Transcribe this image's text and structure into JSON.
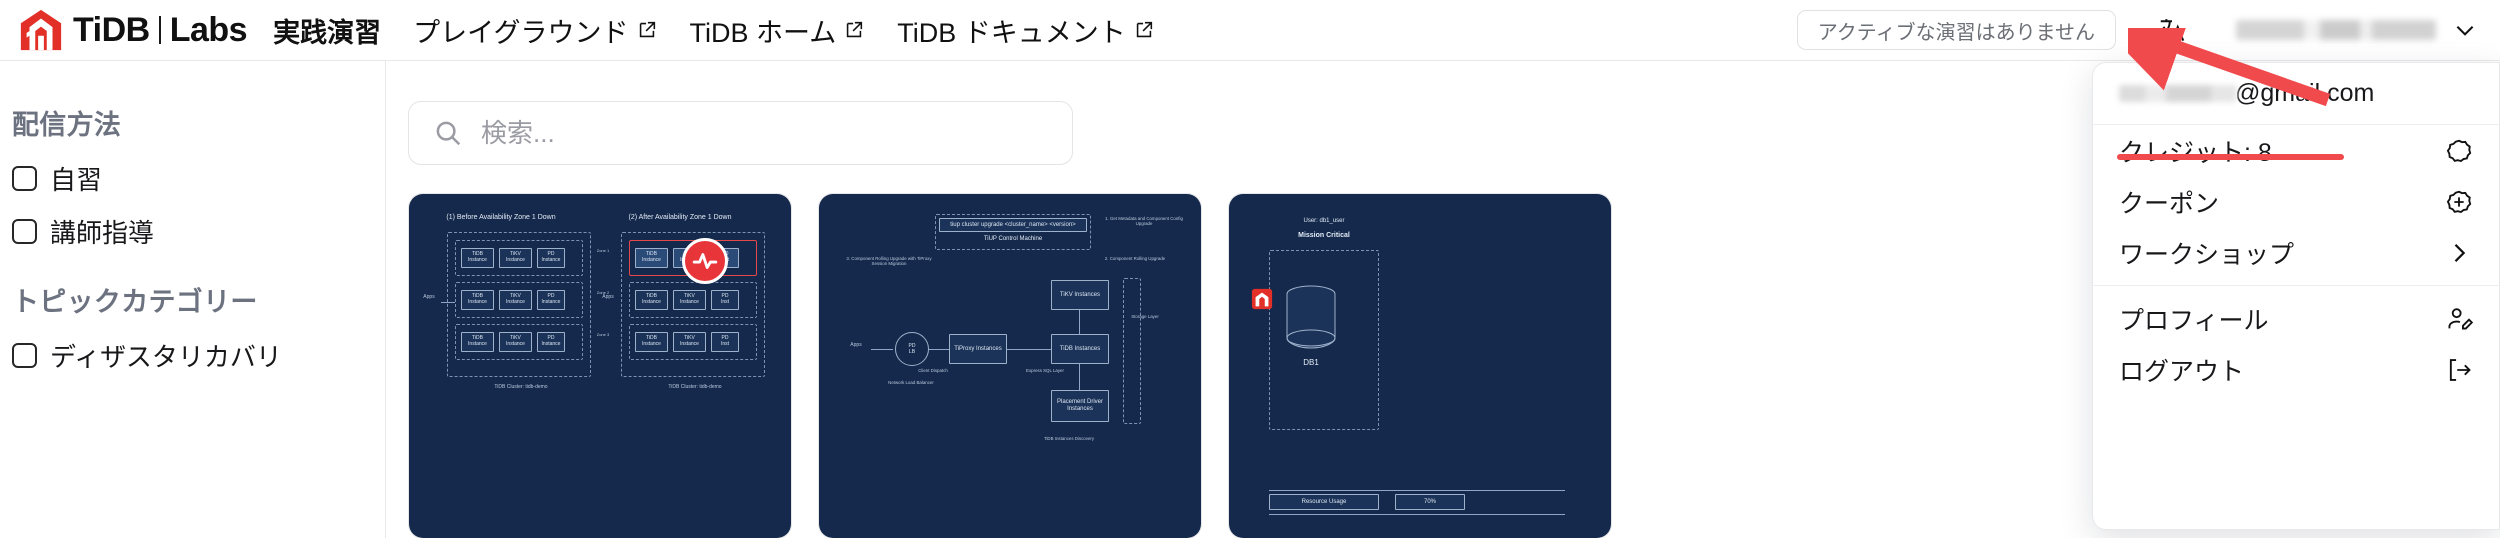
{
  "header": {
    "brand": {
      "name": "TiDB",
      "sub": "Labs",
      "logo_icon": "tidb-logo-icon"
    },
    "nav": [
      {
        "label": "実践演習",
        "active": true,
        "external": false
      },
      {
        "label": "プレイグラウンド",
        "active": false,
        "external": true
      },
      {
        "label": "TiDB ホーム",
        "active": false,
        "external": true
      },
      {
        "label": "TiDB ドキュメント",
        "active": false,
        "external": true
      }
    ],
    "status_pill": "アクティブな演習はありません",
    "translate_icon": "translate-icon",
    "user_name_redacted": "",
    "chevron_icon": "chevron-down-icon"
  },
  "sidebar": {
    "groups": [
      {
        "title": "配信方法",
        "options": [
          {
            "label": "自習",
            "checked": false
          },
          {
            "label": "講師指導",
            "checked": false
          }
        ]
      },
      {
        "title": "トピックカテゴリー",
        "options": [
          {
            "label": "ディザスタリカバリ",
            "checked": false
          }
        ]
      }
    ]
  },
  "main": {
    "search": {
      "value": "",
      "placeholder": "検索...",
      "icon": "search-icon"
    },
    "cards": [
      {
        "name": "availability-zone-failover-diagram",
        "title_left": "(1) Before Availability Zone 1 Down",
        "title_right": "(2) After Availability Zone 1 Down",
        "nodes_left": [
          "TiDB Instance",
          "TiKV Instance",
          "PD Instance",
          "TiDB Instance",
          "TiKV Instance",
          "PD Instance",
          "TiDB Instance",
          "TiKV Instance",
          "PD Instance"
        ],
        "nodes_right": [
          "TiDB Instance",
          "TiKV Instance",
          "PD Instance"
        ],
        "zone_labels": [
          "Zone 1",
          "Zone 2 (AZ 2)",
          "Zone 3"
        ],
        "app_label": "Apps",
        "footer_left": "TiDB Cluster: tidb-demo",
        "footer_right": "TiDB Cluster: tidb-demo",
        "badge": "alert-badge"
      },
      {
        "name": "tiup-cluster-upgrade-diagram",
        "header": "tiup cluster upgrade <cluster_name> <version>",
        "subheader": "TiUP Control Machine",
        "step_labels": [
          "1. Get Metadata and Component Config Upgrade",
          "2. Component Rolling Upgrade",
          "3. Component Rolling Upgrade with TiProxy Session Migration"
        ],
        "nodes": [
          "TiKV Instances",
          "TiDB Instances",
          "Placement Driver Instances",
          "TiProxy Instances"
        ],
        "layer_labels": [
          "Storage Layer",
          "Express SQL Layer",
          "Client Dispatch"
        ],
        "left_label": "Apps",
        "bottom_label": "TiDB Instances Discovery",
        "lb_label": "Network Load Balancer"
      },
      {
        "name": "mission-critical-db-diagram",
        "user_label": "User: db1_user",
        "mission_label": "Mission Critical",
        "db_label": "DB1",
        "resource_label": "Resource Usage",
        "resource_value": "70%"
      }
    ]
  },
  "user_menu": {
    "email_domain": "@gmail.com",
    "items": [
      {
        "label": "クレジット: 8",
        "icon": "credit-coin-icon",
        "name": "menu-item-credits"
      },
      {
        "label": "クーポン",
        "icon": "coupon-plus-icon",
        "name": "menu-item-coupon"
      },
      {
        "label": "ワークショップ",
        "icon": "chevron-right-icon",
        "name": "menu-item-workshop"
      },
      {
        "label": "プロフィール",
        "icon": "user-edit-icon",
        "name": "menu-item-profile"
      },
      {
        "label": "ログアウト",
        "icon": "logout-icon",
        "name": "menu-item-logout"
      }
    ]
  },
  "annotations": {
    "arrow_color": "#f04a4c",
    "underline_color": "#f04a4c"
  },
  "colors": {
    "brand_red": "#e23028",
    "annotation_red": "#f04a4c",
    "diagram_navy": "#14294b",
    "text_primary": "#18181b",
    "text_muted": "#6c7280"
  }
}
